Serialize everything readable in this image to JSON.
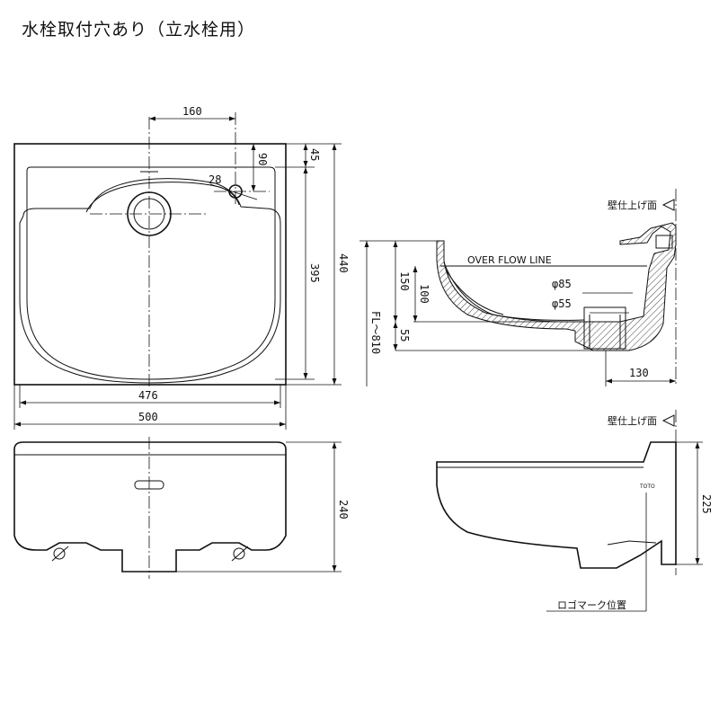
{
  "title": "水栓取付穴あり（立水栓用）",
  "dims": {
    "d160": "160",
    "d90": "90",
    "d45": "45",
    "d28": "28",
    "d440": "440",
    "d395": "395",
    "d476": "476",
    "d500": "500",
    "d150": "150",
    "d100": "100",
    "d55": "55",
    "fl": "FL～810",
    "phi85": "φ85",
    "phi55": "φ55",
    "d130": "130",
    "d240": "240",
    "d225": "225"
  },
  "labels": {
    "wall_finish_1": "壁仕上げ面",
    "wall_finish_2": "壁仕上げ面",
    "overflow": "OVER FLOW LINE",
    "logo_position": "ロゴマーク位置",
    "brand_mark": "TOTO"
  }
}
